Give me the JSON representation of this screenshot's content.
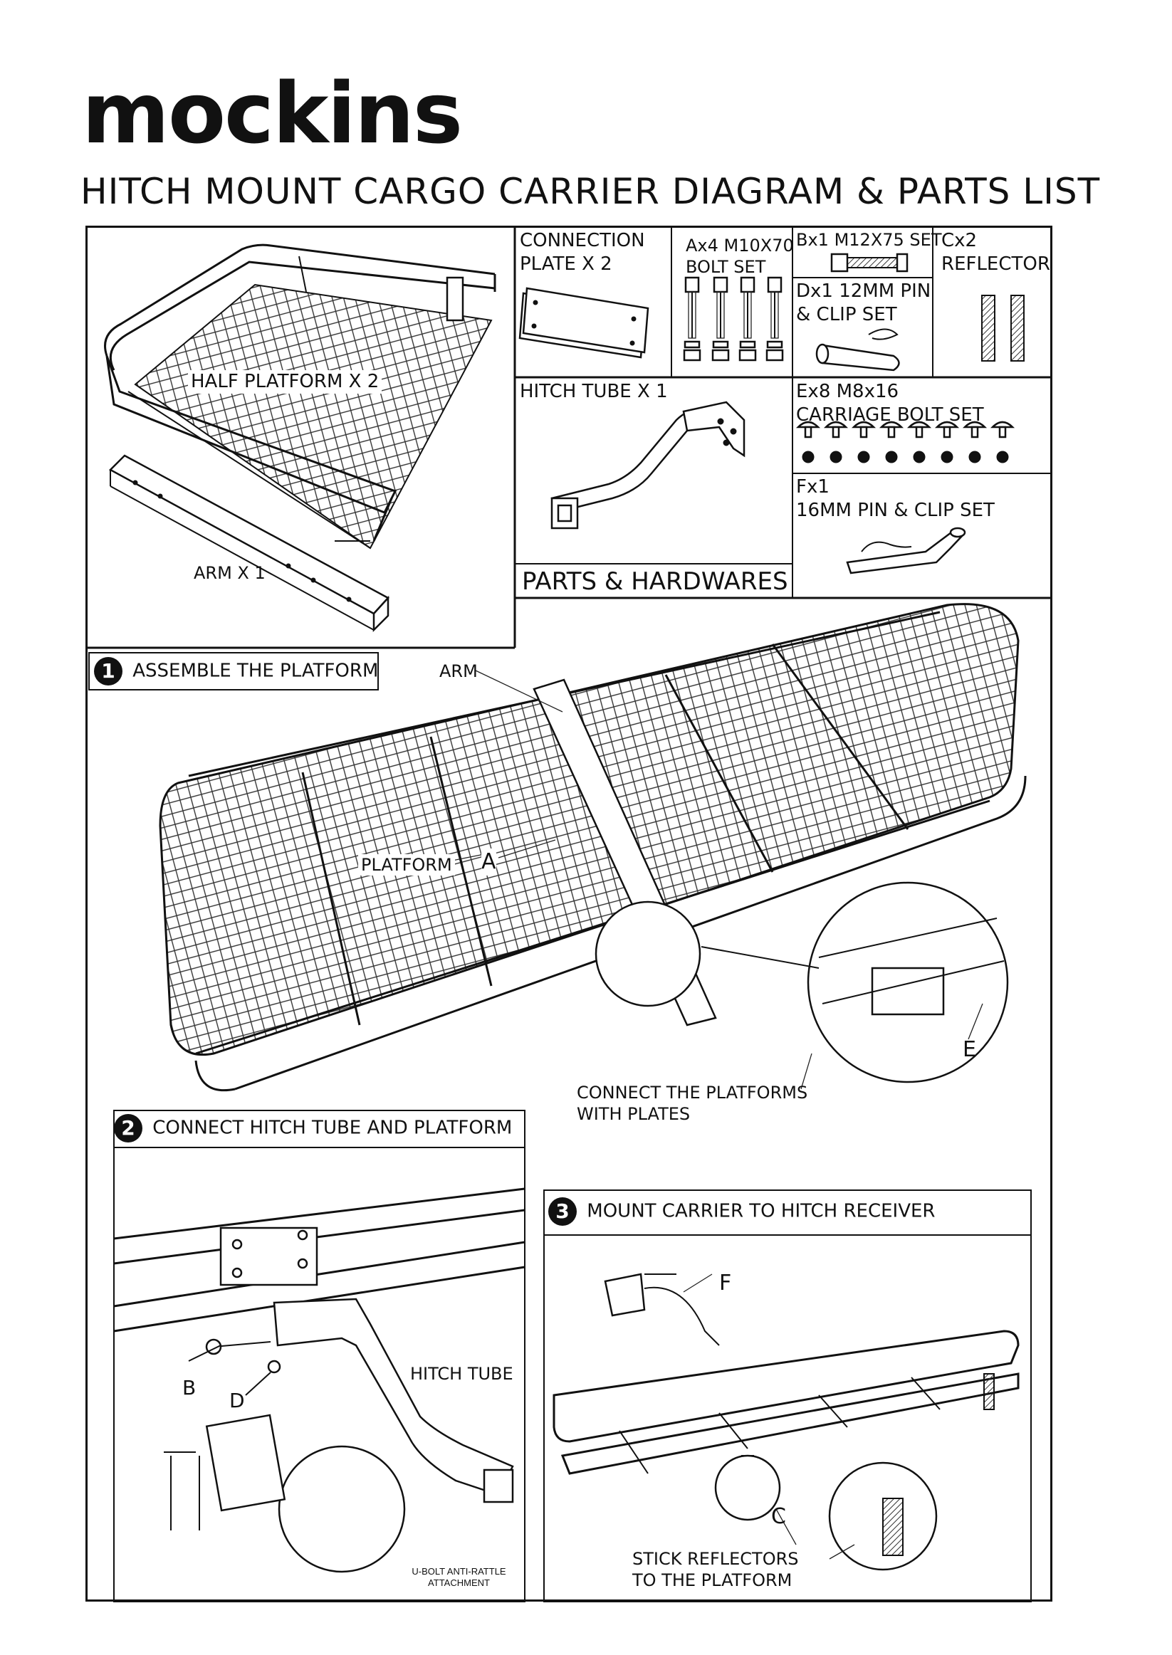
{
  "header": {
    "brand": "mockins",
    "title": "HITCH MOUNT CARGO CARRIER DIAGRAM & PARTS LIST"
  },
  "parts": {
    "half_platform": "HALF PLATFORM X 2",
    "arm": "ARM X 1",
    "connection_plate_line1": "CONNECTION",
    "connection_plate_line2": "PLATE X 2",
    "a_line1": "Ax4 M10X70",
    "a_line2": "BOLT SET",
    "b_label": "Bx1 M12X75 SET",
    "c_line1": "Cx2",
    "c_line2": "REFLECTOR",
    "d_line1": "Dx1 12MM PIN",
    "d_line2": "& CLIP SET",
    "hitch_tube": "HITCH TUBE X 1",
    "e_line1": "Ex8 M8x16",
    "e_line2": "CARRIAGE BOLT SET",
    "f_line1": "Fx1",
    "f_line2": "16MM PIN & CLIP SET",
    "section_title": "PARTS & HARDWARES"
  },
  "step1": {
    "number": "1",
    "title": "ASSEMBLE THE PLATFORM",
    "label_arm": "ARM",
    "label_platform": "PLATFORM",
    "label_a": "A",
    "label_e": "E",
    "caption_line1": "CONNECT THE PLATFORMS",
    "caption_line2": "WITH PLATES"
  },
  "step2": {
    "number": "2",
    "title": "CONNECT HITCH TUBE AND PLATFORM",
    "label_b": "B",
    "label_d": "D",
    "label_hitch_tube": "HITCH TUBE",
    "ubolt_line1": "U-BOLT ANTI-RATTLE",
    "ubolt_line2": "ATTACHMENT"
  },
  "step3": {
    "number": "3",
    "title": "MOUNT CARRIER TO HITCH RECEIVER",
    "label_f": "F",
    "label_c": "C",
    "caption_line1": "STICK REFLECTORS",
    "caption_line2": "TO THE PLATFORM"
  }
}
